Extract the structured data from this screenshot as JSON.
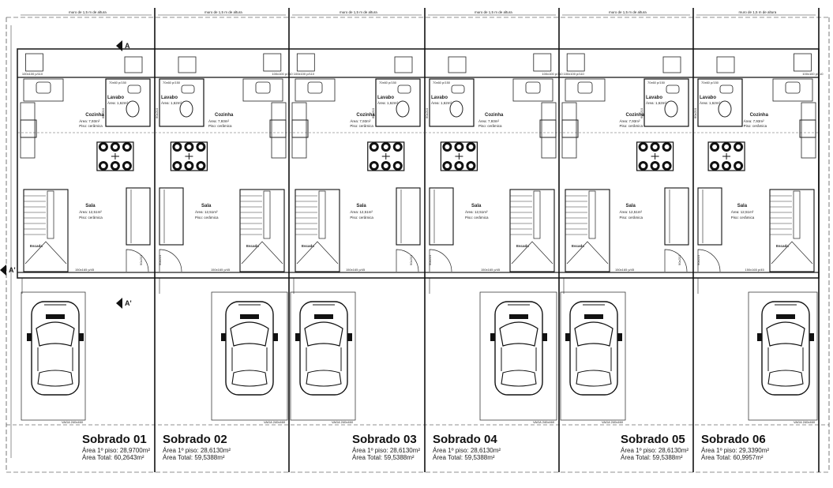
{
  "wall_note": "muro de 1,5 m de altura",
  "section_markers": {
    "a_top": "A",
    "a_left": "A'",
    "a_mid": "A'"
  },
  "rooms": {
    "cozinha": {
      "name": "Cozinha",
      "area": "Área: 7,93m²",
      "floor": "Piso: cerâmica"
    },
    "sala": {
      "name": "Sala",
      "area": "Área: 12,51m²",
      "floor": "Piso: cerâmica"
    },
    "lavabo": {
      "name": "Lavabo",
      "area": "Área: 1,62m²"
    },
    "escada": {
      "name": "Escada"
    }
  },
  "openings": {
    "window_kitchen": "100x100 p/110",
    "window_lavabo": "70x60 p/150",
    "window_front": "150x165 p/45",
    "door_front": "90x210",
    "door_lavabo": "60x210"
  },
  "parking": {
    "label": "VAGA 240x460"
  },
  "units": [
    {
      "title": "Sobrado 01",
      "first_floor": "Área 1º piso: 28,9700m²",
      "total": "Área Total: 60,2643m²"
    },
    {
      "title": "Sobrado 02",
      "first_floor": "Área 1º piso: 28,6130m²",
      "total": "Área Total: 59,5388m²"
    },
    {
      "title": "Sobrado 03",
      "first_floor": "Área 1º piso: 28,6130m²",
      "total": "Área Total: 59,5388m²"
    },
    {
      "title": "Sobrado 04",
      "first_floor": "Área 1º piso: 28,6130m²",
      "total": "Área Total: 59,5388m²"
    },
    {
      "title": "Sobrado 05",
      "first_floor": "Área 1º piso: 28,6130m²",
      "total": "Área Total: 59,5388m²"
    },
    {
      "title": "Sobrado 06",
      "first_floor": "Área 1º piso: 29,3390m²",
      "total": "Área Total: 60,9957m²"
    }
  ]
}
